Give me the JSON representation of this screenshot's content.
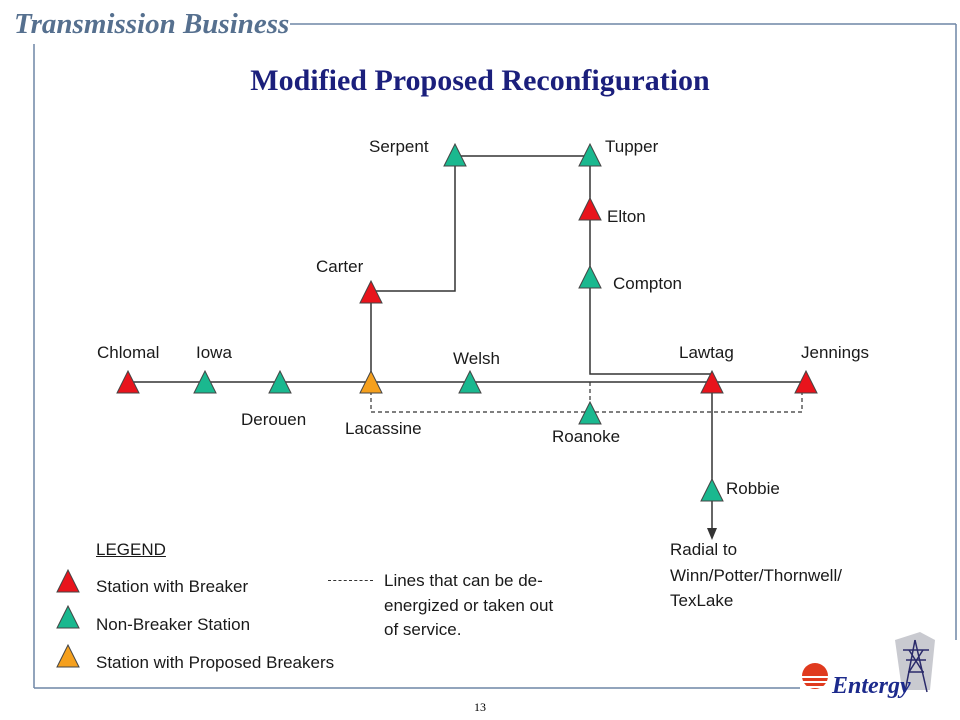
{
  "header": {
    "section_title": "Transmission Business"
  },
  "slide": {
    "title": "Modified Proposed Reconfiguration",
    "page_number": "13"
  },
  "stations": {
    "serpent": "Serpent",
    "tupper": "Tupper",
    "elton": "Elton",
    "carter": "Carter",
    "compton": "Compton",
    "chlomal": "Chlomal",
    "iowa": "Iowa",
    "welsh": "Welsh",
    "lawtag": "Lawtag",
    "jennings": "Jennings",
    "derouen": "Derouen",
    "lacassine": "Lacassine",
    "roanoke": "Roanoke",
    "robbie": "Robbie"
  },
  "radial_note": {
    "line1": "Radial to",
    "line2": "Winn/Potter/Thornwell/",
    "line3": "TexLake"
  },
  "legend": {
    "title": "LEGEND",
    "breaker": "Station with Breaker",
    "non_breaker": "Non-Breaker Station",
    "proposed": "Station with Proposed Breakers",
    "dashed_line1": "Lines that can be de-",
    "dashed_line2": "energized or taken out",
    "dashed_line3": "of service."
  },
  "colors": {
    "breaker": "#e8141c",
    "non_breaker": "#1ab88f",
    "proposed": "#f5a01e",
    "title": "#1b1f7c"
  },
  "logo": {
    "text": "Entergy",
    "icon": "transmission-tower-icon"
  }
}
